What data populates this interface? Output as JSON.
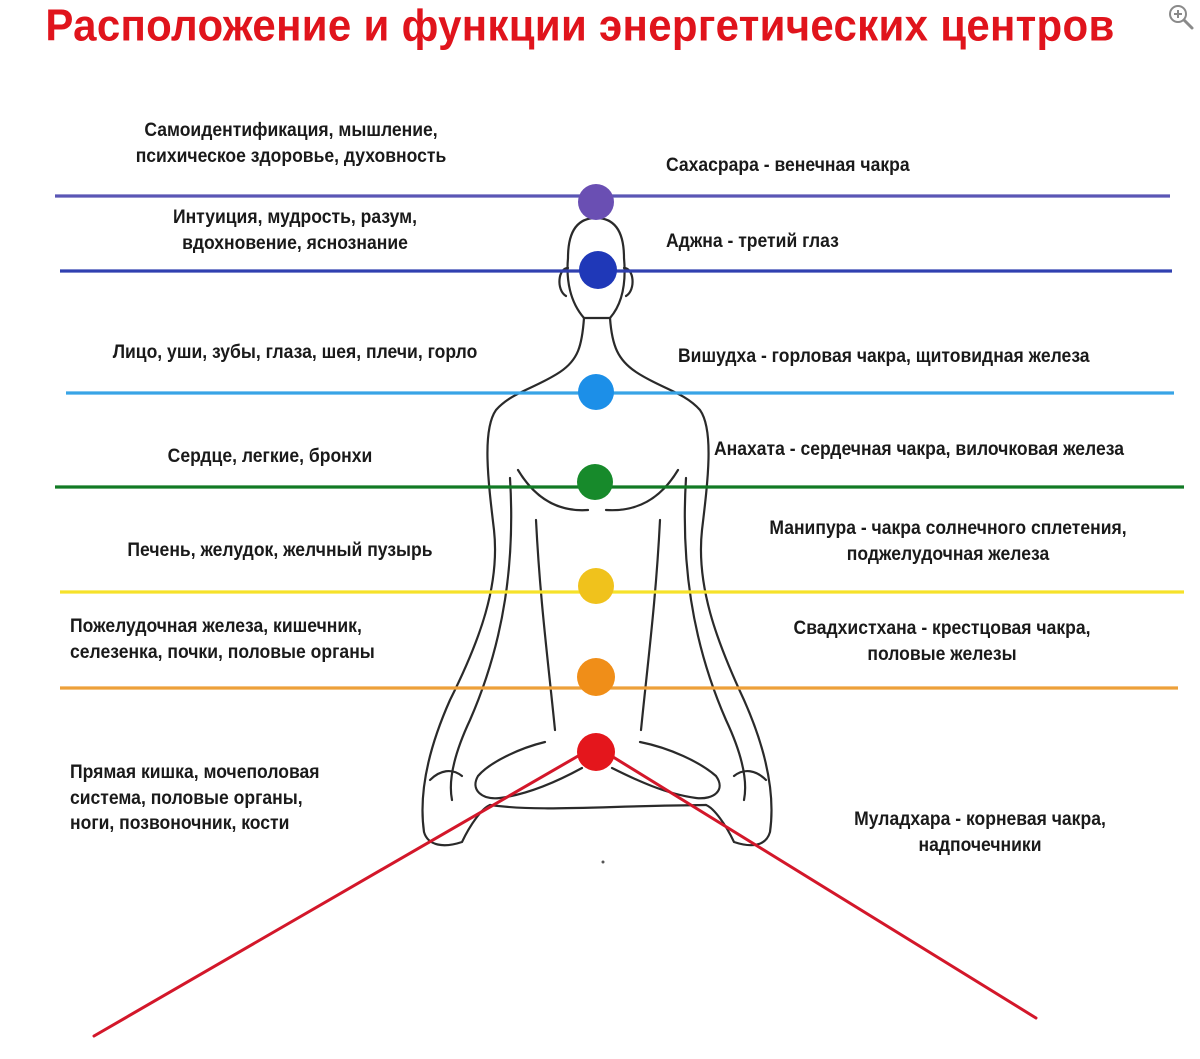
{
  "title": "Расположение и функции энергетических центров",
  "colors": {
    "title": "#e0141c",
    "body_outline": "#2a2a2a",
    "legs_lines": "#d3172a"
  },
  "icons": {
    "zoom": "magnifier-icon"
  },
  "chakras": [
    {
      "id": "sahasrara",
      "color": "#6a4fb3",
      "line_color": "#5a56b5",
      "name_lines": [
        "Сахасрара -  венечная чакра"
      ],
      "function_lines": [
        "Самоидентификация, мышление,",
        "психическое здоровье, духовность"
      ]
    },
    {
      "id": "ajna",
      "color": "#1f38b8",
      "line_color": "#3040b0",
      "name_lines": [
        "Аджна - третий глаз"
      ],
      "function_lines": [
        "Интуиция, мудрость, разум,",
        "вдохновение, яснознание"
      ]
    },
    {
      "id": "vishuddha",
      "color": "#1c8fe8",
      "line_color": "#38a4e6",
      "name_lines": [
        "Вишудха - горловая чакра, щитовидная железа"
      ],
      "function_lines": [
        "Лицо, уши, зубы, глаза, шея, плечи, горло"
      ]
    },
    {
      "id": "anahata",
      "color": "#178a2b",
      "line_color": "#127a25",
      "name_lines": [
        "Анахата - сердечная чакра, вилочковая железа"
      ],
      "function_lines": [
        "Сердце, легкие, бронхи"
      ]
    },
    {
      "id": "manipura",
      "color": "#f0c21c",
      "line_color": "#f6e22a",
      "name_lines": [
        "Манипура - чакра солнечного сплетения,",
        "поджелудочная железа"
      ],
      "function_lines": [
        "Печень, желудок, желчный пузырь"
      ]
    },
    {
      "id": "svadhisthana",
      "color": "#f08e18",
      "line_color": "#eda03a",
      "name_lines": [
        "Свадхистхана - крестцовая чакра,",
        "половые железы"
      ],
      "function_lines": [
        "Пожелудочная железа, кишечник,",
        "селезенка, почки, половые органы"
      ]
    },
    {
      "id": "muladhara",
      "color": "#e4161c",
      "line_color": "#d3172a",
      "name_lines": [
        "Муладхара - корневая чакра,",
        "надпочечники"
      ],
      "function_lines": [
        "Прямая кишка, мочеполовая",
        "система, половые органы,",
        "ноги, позвоночник, кости"
      ]
    }
  ]
}
